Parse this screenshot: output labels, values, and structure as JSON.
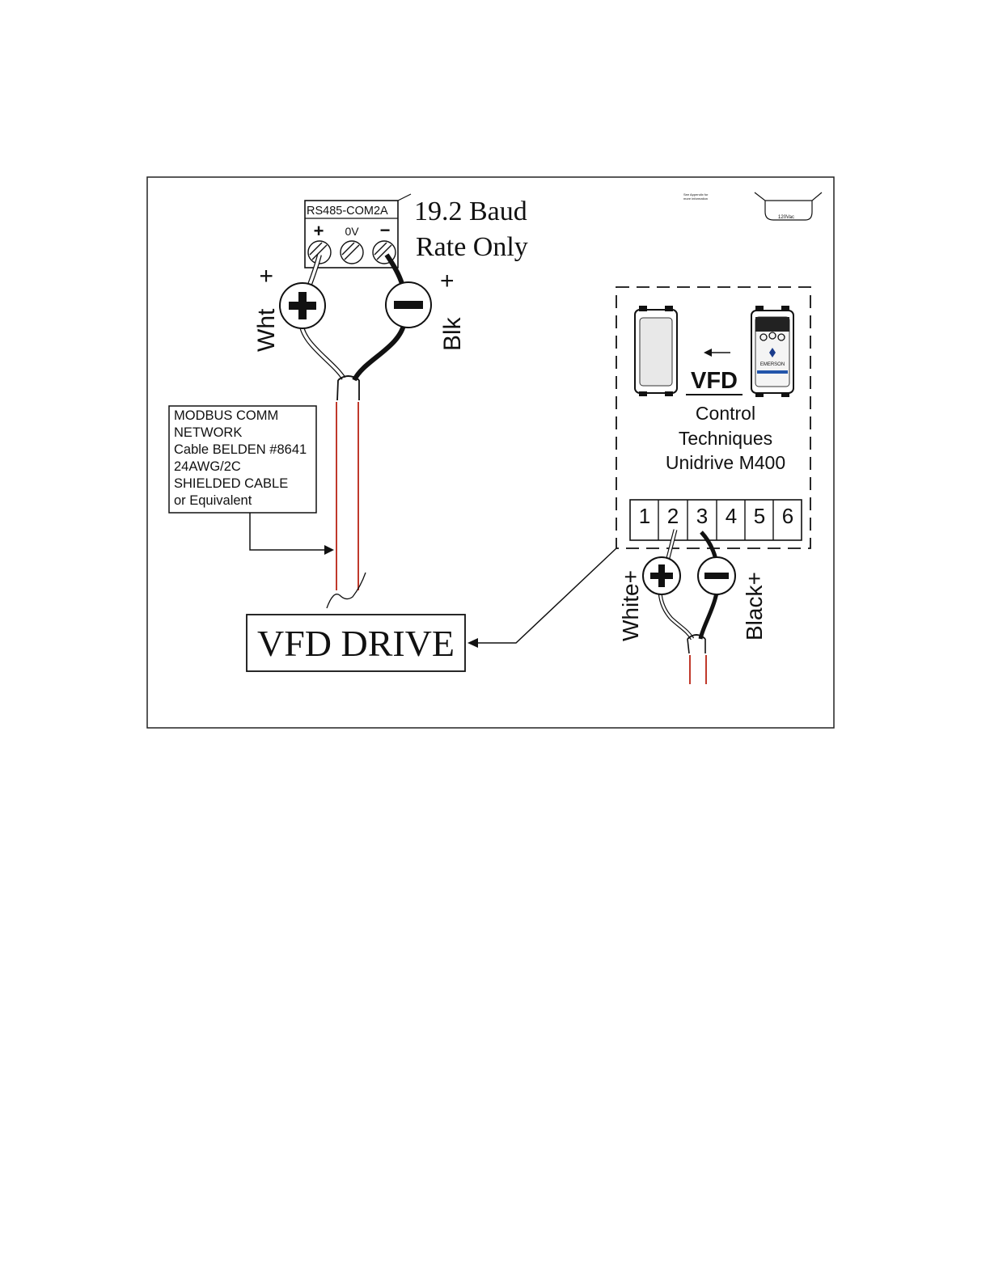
{
  "terminal_block": {
    "label": "RS485-COM2A",
    "terminals": [
      "+",
      "0V",
      "−"
    ]
  },
  "baud_note": {
    "line1": "19.2 Baud",
    "line2": "Rate Only"
  },
  "top_wires": {
    "left_label": "Wht",
    "left_sign": "+",
    "right_label": "Blk",
    "right_sign": "+"
  },
  "cable_note": {
    "lines": [
      "MODBUS COMM",
      "NETWORK",
      "Cable BELDEN #8641",
      "24AWG/2C",
      "SHIELDED CABLE",
      "or Equivalent"
    ]
  },
  "vfd_drive_box": {
    "label": "VFD DRIVE"
  },
  "vfd_panel": {
    "badge": "VFD",
    "model_lines": [
      "Control",
      "Techniques",
      "Unidrive M400"
    ],
    "terminals": [
      "1",
      "2",
      "3",
      "4",
      "5",
      "6"
    ],
    "device_brand": "EMERSON",
    "pink_note_lines": [
      "See Appendix for",
      "more information"
    ]
  },
  "bottom_wires": {
    "left_label": "White+",
    "right_label": "Black+"
  },
  "corner_fragment": {
    "label": "120Vac"
  },
  "colors": {
    "cable_red": "#c0392b",
    "line": "#111111",
    "pink_note": "#d63384"
  }
}
